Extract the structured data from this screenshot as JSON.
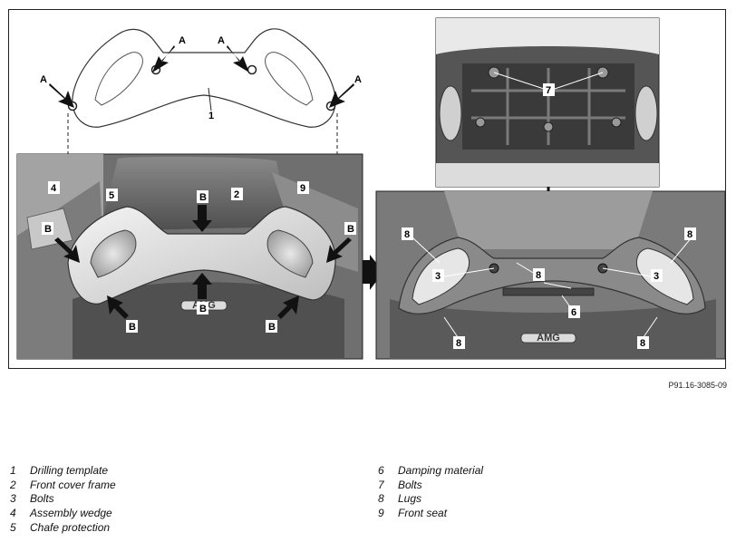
{
  "figure": {
    "code": "P91.16-3085-09",
    "callouts": {
      "a": "A",
      "b": "B",
      "n1": "1",
      "n2": "2",
      "n3": "3",
      "n4": "4",
      "n5": "5",
      "n6": "6",
      "n7": "7",
      "n8": "8",
      "n9": "9"
    },
    "badge": "AMG"
  },
  "legend": {
    "left": [
      {
        "num": "1",
        "text": "Drilling template"
      },
      {
        "num": "2",
        "text": "Front cover frame"
      },
      {
        "num": "3",
        "text": "Bolts"
      },
      {
        "num": "4",
        "text": "Assembly wedge"
      },
      {
        "num": "5",
        "text": "Chafe protection"
      }
    ],
    "right": [
      {
        "num": "6",
        "text": "Damping material"
      },
      {
        "num": "7",
        "text": "Bolts"
      },
      {
        "num": "8",
        "text": "Lugs"
      },
      {
        "num": "9",
        "text": "Front seat"
      }
    ]
  }
}
